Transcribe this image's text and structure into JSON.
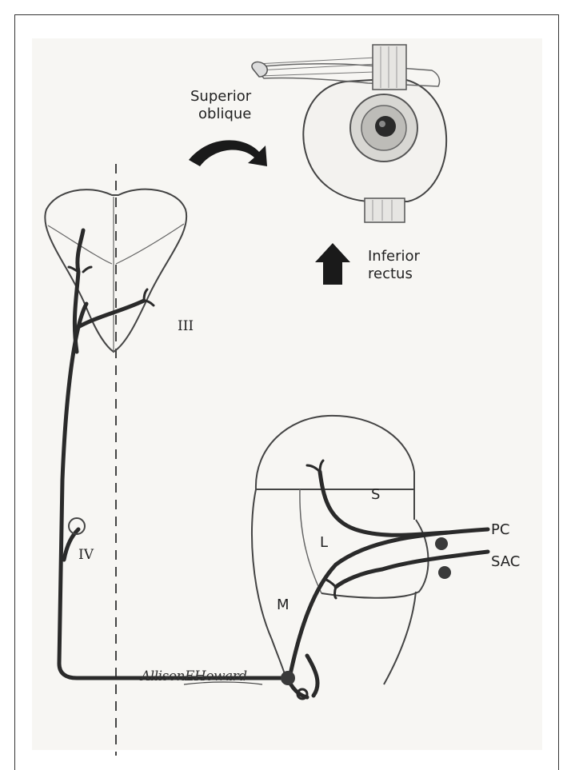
{
  "labels": {
    "superior_oblique": [
      "Superior",
      "oblique"
    ],
    "inferior_rectus": [
      "Inferior",
      "rectus"
    ],
    "nucleus_III": "III",
    "nucleus_IV": "IV",
    "vestibular_S": "S",
    "vestibular_L": "L",
    "vestibular_M": "M",
    "canal_PC": "PC",
    "canal_SAC": "SAC"
  },
  "signature": "AllisonEHoward",
  "colors": {
    "ink": "#333333",
    "fill": "#1a1a1a",
    "paper": "#f7f6f3"
  }
}
